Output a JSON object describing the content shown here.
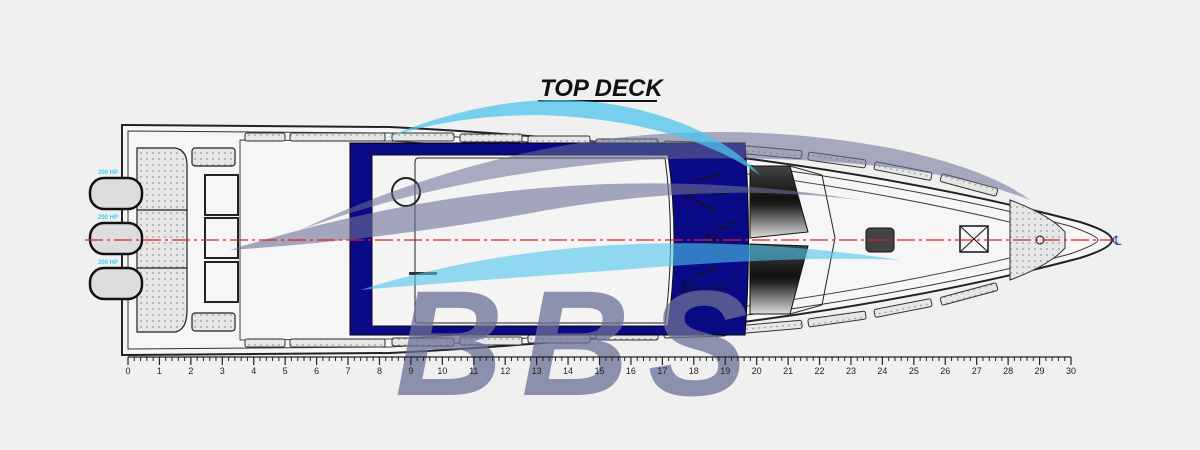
{
  "title": "TOP DECK",
  "engines": [
    {
      "label": "200 HP"
    },
    {
      "label": "200 HP"
    },
    {
      "label": "200 HP"
    }
  ],
  "scale": {
    "min": 0,
    "max": 30,
    "minor_divisions": 5
  },
  "centerline_symbol": "℄",
  "watermark": "BBS",
  "colors": {
    "background": "#f0f0f0",
    "hardtop": "#0a0a86",
    "centerline": "#e02020",
    "engine_label": "#39d0ee",
    "watermark_gray": "#6a7096",
    "watermark_blue": "#4cc4ec"
  }
}
